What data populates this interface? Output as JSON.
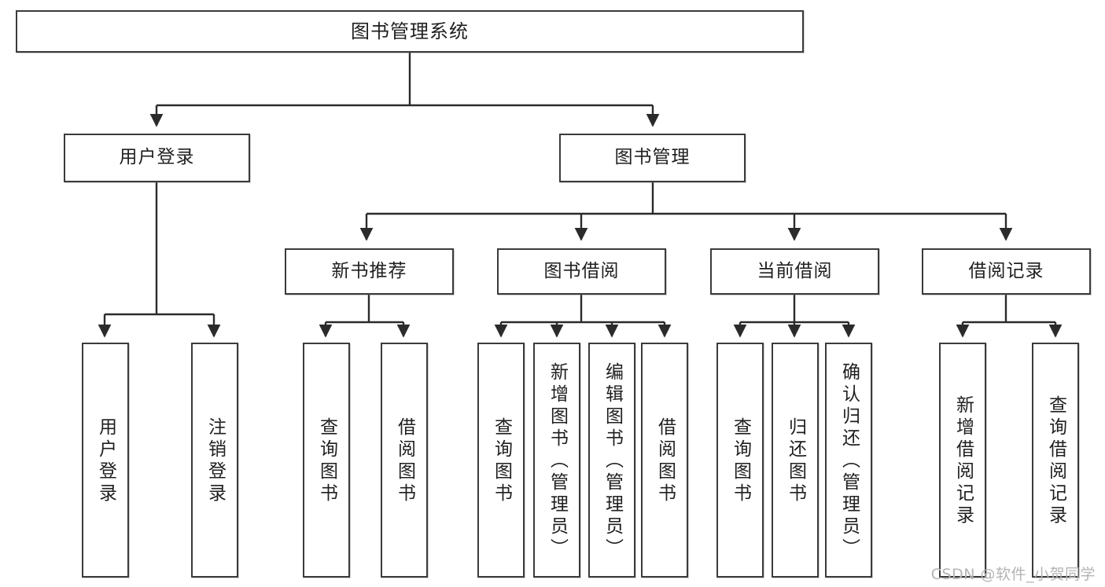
{
  "diagram": {
    "title": "图书管理系统",
    "type": "tree",
    "orientation": "top-down",
    "colors": {
      "box_border": "#3b3b3b",
      "box_fill": "#ffffff",
      "edge": "#2b2b2b",
      "text": "#1f1f1f",
      "watermark": "#b4b4b4",
      "canvas": "#ffffff"
    },
    "watermark": "CSDN @软件_小贺同学"
  },
  "nodes": {
    "root": {
      "label": "图书管理系统",
      "level": 1
    },
    "level2": [
      {
        "id": "user-login",
        "label": "用户登录"
      },
      {
        "id": "book-manage",
        "label": "图书管理"
      }
    ],
    "level3": [
      {
        "id": "new-book-rec",
        "label": "新书推荐",
        "parent": "book-manage"
      },
      {
        "id": "book-borrow",
        "label": "图书借阅",
        "parent": "book-manage"
      },
      {
        "id": "current-borrow",
        "label": "当前借阅",
        "parent": "book-manage"
      },
      {
        "id": "borrow-record",
        "label": "借阅记录",
        "parent": "book-manage"
      }
    ],
    "leaves": [
      {
        "id": "leaf-user-login",
        "label": "用户登录",
        "parent": "user-login"
      },
      {
        "id": "leaf-logout-login",
        "label": "注销登录",
        "parent": "user-login"
      },
      {
        "id": "leaf-query-book-1",
        "label": "查询图书",
        "parent": "new-book-rec"
      },
      {
        "id": "leaf-borrow-book-1",
        "label": "借阅图书",
        "parent": "new-book-rec"
      },
      {
        "id": "leaf-query-book-2",
        "label": "查询图书",
        "parent": "book-borrow"
      },
      {
        "id": "leaf-add-book",
        "label": "新增图书（管理员）",
        "parent": "book-borrow"
      },
      {
        "id": "leaf-edit-book",
        "label": "编辑图书（管理员）",
        "parent": "book-borrow"
      },
      {
        "id": "leaf-borrow-book-2",
        "label": "借阅图书",
        "parent": "book-borrow"
      },
      {
        "id": "leaf-query-book-3",
        "label": "查询图书",
        "parent": "current-borrow"
      },
      {
        "id": "leaf-return-book",
        "label": "归还图书",
        "parent": "current-borrow"
      },
      {
        "id": "leaf-confirm-return",
        "label": "确认归还（管理员）",
        "parent": "current-borrow"
      },
      {
        "id": "leaf-add-record",
        "label": "新增借阅记录",
        "parent": "borrow-record"
      },
      {
        "id": "leaf-query-record",
        "label": "查询借阅记录",
        "parent": "borrow-record"
      }
    ]
  }
}
